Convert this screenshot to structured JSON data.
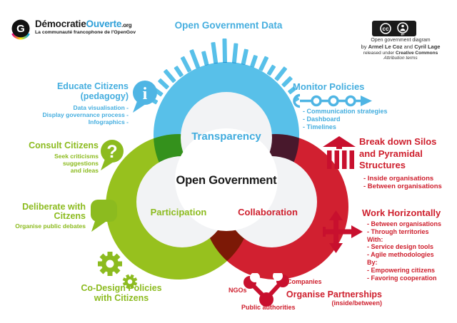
{
  "header": {
    "logo": {
      "brand_black": "Démocratie",
      "brand_blue": "Ouverte",
      "brand_suffix": ".org",
      "tagline": "La communauté francophone de l'OpenGov"
    },
    "title": "Open Government Data",
    "cc": {
      "badge_cc": "cc",
      "badge_by": "BY",
      "line1": "Open government diagram",
      "by_prefix": "by ",
      "author1": "Armel Le Coz",
      "and_text": " and ",
      "author2": "Cyril Lage",
      "released_prefix": "released under ",
      "released_bold": "Creative Commons",
      "line4": "Attribution terms"
    }
  },
  "venn": {
    "center_label": "Open Government",
    "transparency": "Transparency",
    "participation": "Participation",
    "collaboration": "Collaboration",
    "bar_heights": [
      9,
      13,
      17,
      21,
      16,
      23,
      27,
      20,
      30,
      34,
      28,
      22,
      17,
      21,
      15,
      22,
      17,
      11,
      7
    ]
  },
  "annotations": {
    "educate": {
      "title": "Educate Citizens (pedagogy)",
      "items": [
        "Data visualisation -",
        "Display governance process -",
        "Infographics -"
      ]
    },
    "consult": {
      "title": "Consult Citizens",
      "items": [
        "Seek criticisms",
        "suggestions",
        "and ideas"
      ]
    },
    "deliberate": {
      "title_lines": [
        "Deliberate with",
        "Citzens"
      ],
      "subtitle": "Organise public debates"
    },
    "codesign": {
      "title_lines": [
        "Co-Design Policies",
        "with Citizens"
      ]
    },
    "monitor": {
      "title": "Monitor Policies",
      "items": [
        "- Communication strategies",
        "- Dashboard",
        "- Timelines"
      ]
    },
    "silos": {
      "title_lines": [
        "Break down Silos",
        "and Pyramidal",
        "Structures"
      ],
      "items": [
        "- Inside organisations",
        "- Between organisations"
      ]
    },
    "horizontal": {
      "title": "Work Horizontally",
      "items": [
        "- Between organisations",
        "- Through territories",
        "With:",
        "- Service design tools",
        "- Agile methodologies",
        "By:",
        "- Empowering citizens",
        "- Favoring cooperation"
      ]
    },
    "partnerships": {
      "title": "Organise Partnerships",
      "subtitle": "(inside/between)",
      "nodes": {
        "ngos": "NGOs",
        "companies": "Companies",
        "public": "Public authorities"
      }
    }
  },
  "colors": {
    "blue_circle": "#58C0E9",
    "green_circle": "#97C11E",
    "red_circle": "#D12030",
    "blue_text": "#45AEDF",
    "green_text": "#8CBB1F",
    "red_text": "#CE1F2D"
  }
}
